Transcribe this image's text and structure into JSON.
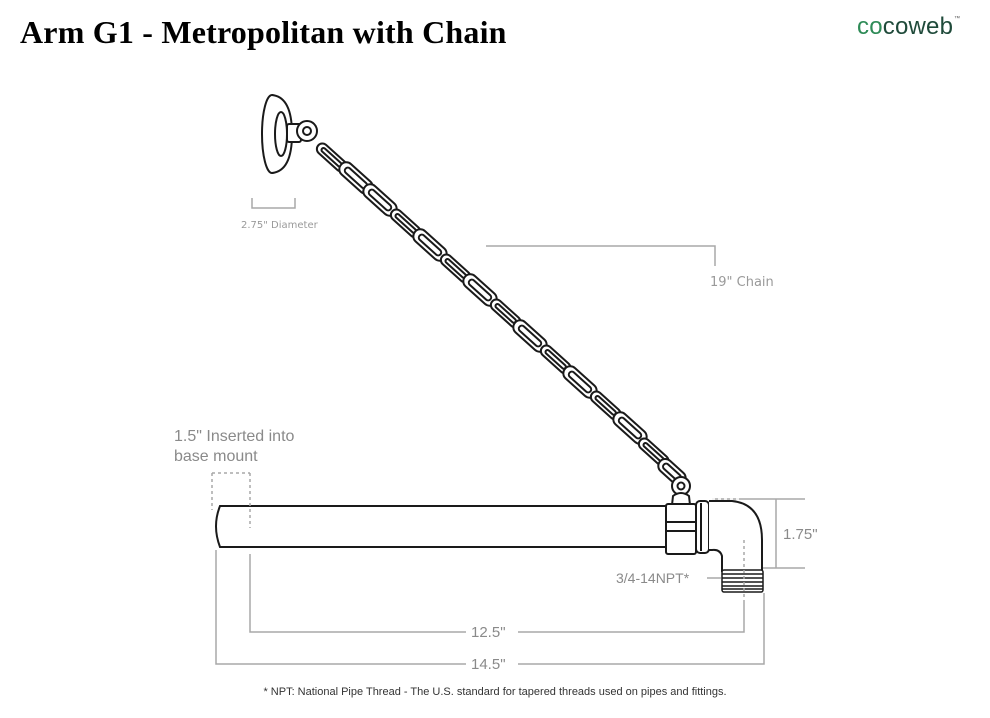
{
  "header": {
    "title": "Arm G1 - Metropolitan with Chain",
    "logo": {
      "prefix": "co",
      "rest": "coweb",
      "tm": "™",
      "prefix_color": "#2e8b57",
      "rest_color": "#1f4a3a"
    }
  },
  "diagram": {
    "labels": {
      "mount_diameter": "2.75\" Diameter",
      "chain_length": "19\" Chain",
      "insert_depth_line1": "1.5\" Inserted into",
      "insert_depth_line2": "base mount",
      "elbow_height": "1.75\"",
      "thread_spec": "3/4-14NPT*",
      "inner_length": "12.5\"",
      "overall_length": "14.5\""
    },
    "parts": [
      "wall-mount-disc",
      "chain",
      "arm-pipe",
      "coupling",
      "elbow",
      "threaded-end"
    ],
    "colors": {
      "line": "#1a1a1a",
      "dimension": "#a8a8a8",
      "label": "#8a8a8a"
    }
  },
  "footer": {
    "footnote": "* NPT: National Pipe Thread - The U.S. standard for tapered threads used on pipes and fittings."
  }
}
